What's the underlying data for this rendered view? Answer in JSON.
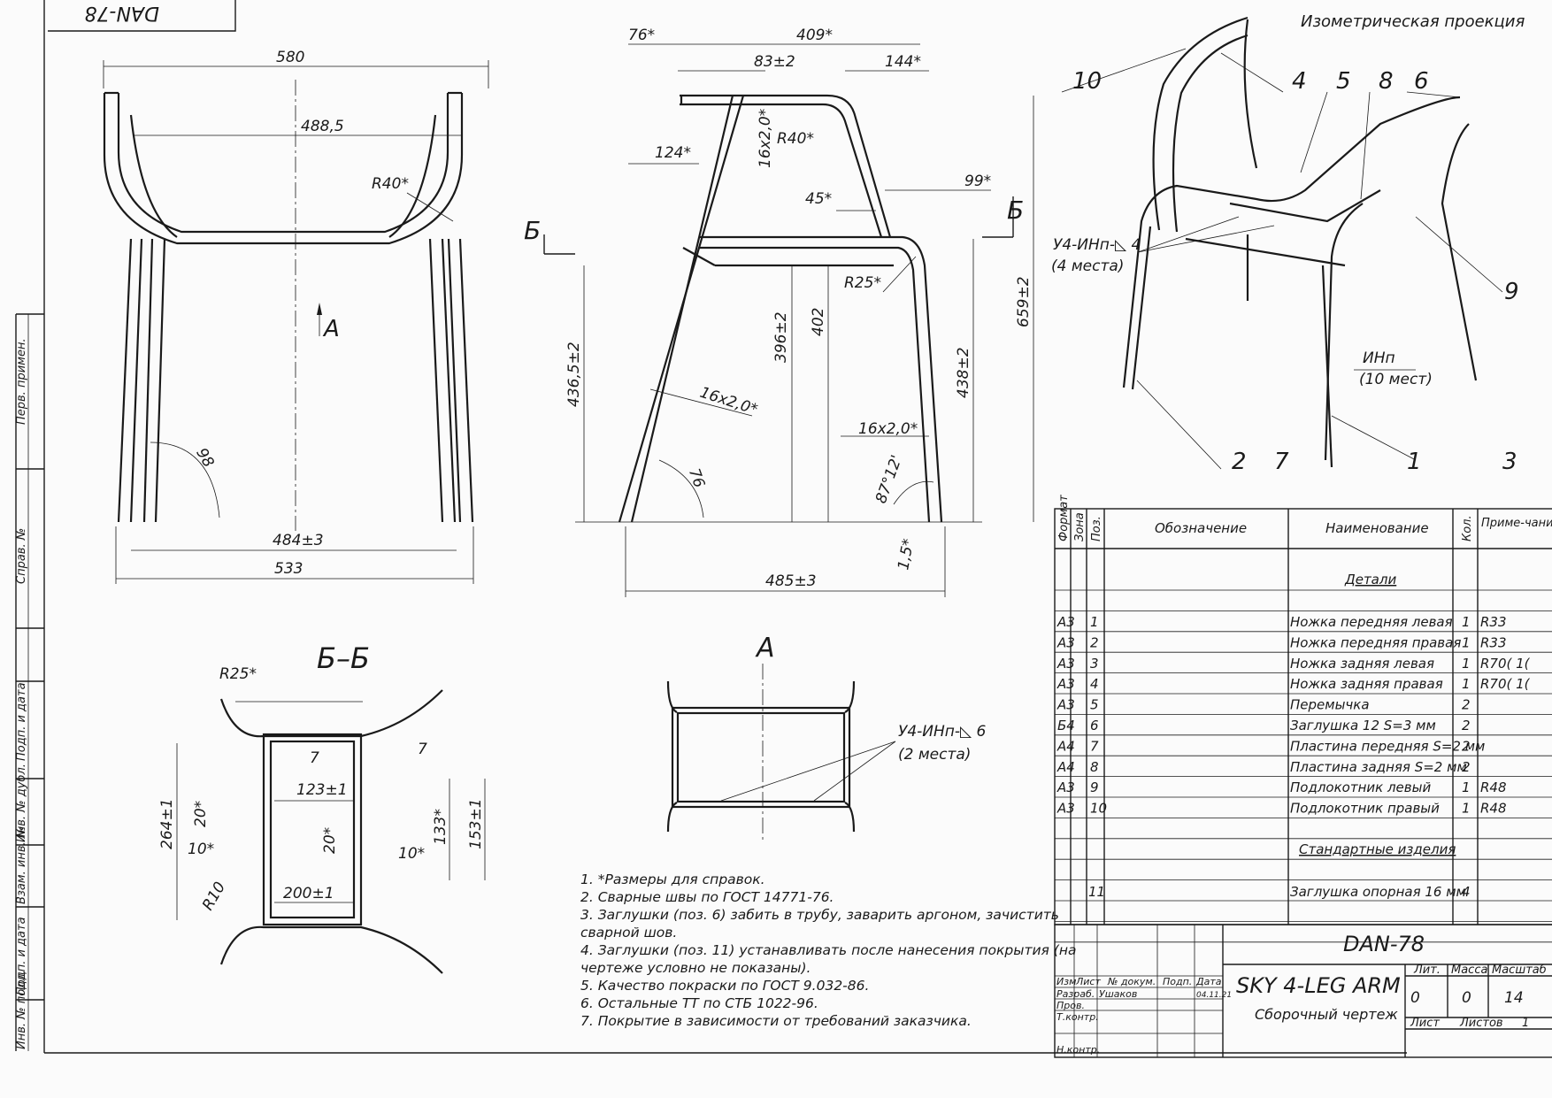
{
  "stamp_top": "DAN-78",
  "views": {
    "front": {
      "dims": {
        "overall_top": "580",
        "inner_top": "488,5",
        "radius": "R40*",
        "angle": "98",
        "bottom_inner": "484±3",
        "bottom_outer": "533",
        "view_arrow": "A"
      }
    },
    "side": {
      "dims": {
        "top_left": "76*",
        "top_overall": "409*",
        "d1": "83±2",
        "d2": "144*",
        "d3": "124*",
        "radius_top": "R40*",
        "tube_top": "16x2,0*",
        "angle45": "45*",
        "d99": "99*",
        "r25": "R25*",
        "h396": "396±2",
        "h402": "402",
        "h4365": "436,5±2",
        "h438": "438±2",
        "h659": "659±2",
        "tube_mid": "16x2,0*",
        "tube_bottom": "16x2,0*",
        "angle76": "76",
        "angle87": "87°12'",
        "angle15": "1,5*",
        "base": "485±3",
        "section_mark": "Б"
      }
    },
    "iso": {
      "title": "Изометрическая проекция",
      "callouts": [
        "10",
        "4",
        "5",
        "8",
        "6",
        "9",
        "3",
        "1",
        "7",
        "2"
      ],
      "weld_label": "У4-ИНп-◺ 4",
      "weld_places": "(4 места)",
      "inh_label": "ИНп",
      "inh_places": "(10 мест)"
    },
    "section_bb": {
      "title": "Б–Б",
      "dims": {
        "r25": "R25*",
        "p7a": "7",
        "p7b": "7",
        "d123": "123±1",
        "d20a": "20*",
        "d10a": "10*",
        "d20b": "20*",
        "d10b": "10*",
        "d264": "264±1",
        "d133": "133*",
        "d153": "153±1",
        "r10": "R10",
        "d200": "200±1"
      }
    },
    "view_a": {
      "title": "A",
      "weld_label": "У4-ИНп-◺ 6",
      "weld_places": "(2 места)"
    }
  },
  "notes": [
    "1.  *Размеры для справок.",
    "2. Сварные швы по ГОСТ 14771-76.",
    "3. Заглушки (поз. 6) забить в трубу, заварить аргоном, зачистить",
    "сварной шов.",
    "4. Заглушки (поз. 11) устанавливать после нанесения покрытия (на",
    "чертеже условно не показаны).",
    "5. Качество покраски по ГОСТ 9.032-86.",
    "6. Остальные ТТ по СТБ 1022-96.",
    "7. Покрытие в зависимости от требований заказчика."
  ],
  "bom": {
    "headers": {
      "format": "Формат",
      "zone": "Зона",
      "pos": "Поз.",
      "designation": "Обозначение",
      "name": "Наименование",
      "qty": "Кол.",
      "note": "Приме-чание"
    },
    "section_parts": "Детали",
    "section_std": "Стандартные изделия",
    "rows": [
      {
        "format": "А3",
        "pos": "1",
        "name": "Ножка передняя левая",
        "qty": "1",
        "note": "R33"
      },
      {
        "format": "А3",
        "pos": "2",
        "name": "Ножка передняя правая",
        "qty": "1",
        "note": "R33"
      },
      {
        "format": "А3",
        "pos": "3",
        "name": "Ножка задняя левая",
        "qty": "1",
        "note": "R70( 1("
      },
      {
        "format": "А3",
        "pos": "4",
        "name": "Ножка задняя правая",
        "qty": "1",
        "note": "R70( 1("
      },
      {
        "format": "А3",
        "pos": "5",
        "name": "Перемычка",
        "qty": "2",
        "note": ""
      },
      {
        "format": "Б4",
        "pos": "6",
        "name": "Заглушка  12 S=3 мм",
        "qty": "2",
        "note": ""
      },
      {
        "format": "А4",
        "pos": "7",
        "name": "Пластина передняя S=2 мм",
        "qty": "2",
        "note": ""
      },
      {
        "format": "А4",
        "pos": "8",
        "name": "Пластина задняя S=2 мм",
        "qty": "2",
        "note": ""
      },
      {
        "format": "А3",
        "pos": "9",
        "name": "Подлокотник левый",
        "qty": "1",
        "note": "R48"
      },
      {
        "format": "А3",
        "pos": "10",
        "name": "Подлокотник правый",
        "qty": "1",
        "note": "R48"
      }
    ],
    "std_rows": [
      {
        "pos": "11",
        "name": "Заглушка опорная 16 мм",
        "qty": "4"
      }
    ]
  },
  "title_block": {
    "code": "DAN-78",
    "product": "SKY 4-LEG ARM",
    "doc_type": "Сборочный чертеж",
    "lit_label": "Лит.",
    "mass_label": "Масса",
    "scale_label": "Масштаб",
    "lit_value": "0",
    "mass_value": "0",
    "scale_value": "14",
    "sheet_label": "Лист",
    "sheets_label": "Листов",
    "sheets_value": "1",
    "cols": [
      "Изм",
      "Лист",
      "№ докум.",
      "Подп.",
      "Дата"
    ],
    "roles": [
      "Разраб.",
      "Пров.",
      "Т.контр.",
      "",
      "Н.контр."
    ],
    "developer": "Ушаков",
    "date": "04.11.21"
  },
  "side_labels": [
    "Перв. примен.",
    "Справ. №",
    "Подп. и дата",
    "Инв. № дубл.",
    "Взам. инв. №",
    "Подп. и дата",
    "Инв. № подл."
  ]
}
